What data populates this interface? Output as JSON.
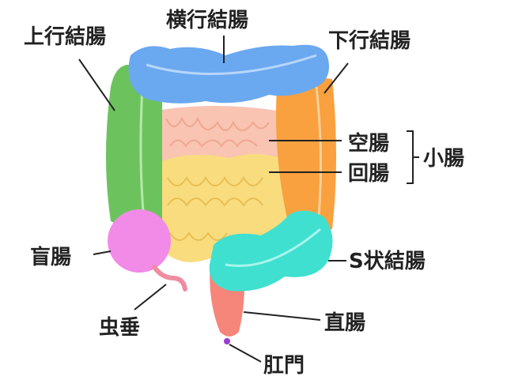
{
  "labels": {
    "ascending_colon": "上行結腸",
    "transverse_colon": "横行結腸",
    "descending_colon": "下行結腸",
    "jejunum": "空腸",
    "ileum": "回腸",
    "small_intestine": "小腸",
    "cecum": "盲腸",
    "appendix": "虫垂",
    "sigmoid_colon": "S状結腸",
    "rectum": "直腸",
    "anus": "肛門"
  },
  "colors": {
    "ascending_colon": "#6cc35e",
    "transverse_colon": "#6aa8f0",
    "descending_colon": "#f9a03f",
    "jejunum": "#f9c4b2",
    "ileum": "#f8dc7e",
    "cecum": "#f28ae8",
    "appendix": "#f08ca0",
    "sigmoid_colon": "#3fe0d0",
    "rectum": "#f6857a",
    "anus": "#9a3ad8"
  }
}
